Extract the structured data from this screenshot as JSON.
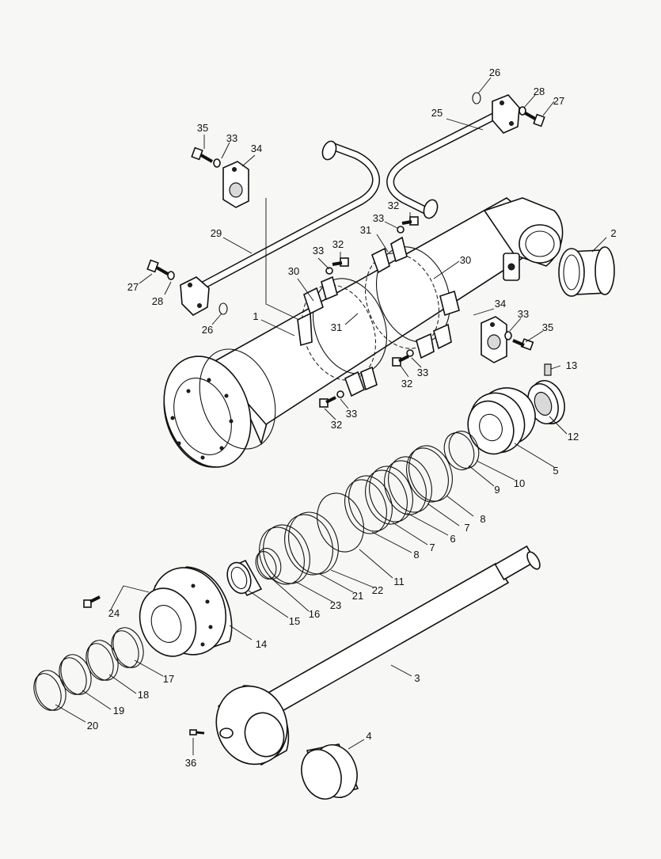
{
  "diagram": {
    "kind": "exploded parts view",
    "subject": "hydraulic cylinder",
    "callouts": [
      {
        "num": "1",
        "part": "cylinder-tube"
      },
      {
        "num": "2",
        "part": "bushing-tube-end"
      },
      {
        "num": "3",
        "part": "piston-rod"
      },
      {
        "num": "4",
        "part": "bushing-rod-end"
      },
      {
        "num": "5",
        "part": "piston"
      },
      {
        "num": "6",
        "part": "piston-seal"
      },
      {
        "num": "7",
        "part": "wear-ring-a"
      },
      {
        "num": "7",
        "part": "wear-ring-b"
      },
      {
        "num": "8",
        "part": "backup-ring-a"
      },
      {
        "num": "8",
        "part": "backup-ring-b"
      },
      {
        "num": "9",
        "part": "o-ring-piston"
      },
      {
        "num": "10",
        "part": "backup-ring-piston"
      },
      {
        "num": "11",
        "part": "cushion-ring"
      },
      {
        "num": "12",
        "part": "lock-nut"
      },
      {
        "num": "13",
        "part": "set-screw"
      },
      {
        "num": "14",
        "part": "cylinder-head"
      },
      {
        "num": "15",
        "part": "head-bushing"
      },
      {
        "num": "16",
        "part": "snap-ring"
      },
      {
        "num": "17",
        "part": "rod-seal"
      },
      {
        "num": "18",
        "part": "backup-ring-head"
      },
      {
        "num": "19",
        "part": "dust-wiper"
      },
      {
        "num": "20",
        "part": "snap-ring-wiper"
      },
      {
        "num": "21",
        "part": "o-ring-head"
      },
      {
        "num": "22",
        "part": "backup-ring-head-outer"
      },
      {
        "num": "23",
        "part": "o-ring-head-inner"
      },
      {
        "num": "24",
        "part": "head-bolt"
      },
      {
        "num": "25",
        "part": "pipe-upper"
      },
      {
        "num": "26",
        "part": "o-ring-pipe-upper"
      },
      {
        "num": "26",
        "part": "o-ring-pipe-lower"
      },
      {
        "num": "27",
        "part": "flange-bolt-upper"
      },
      {
        "num": "27",
        "part": "flange-bolt-lower"
      },
      {
        "num": "28",
        "part": "washer-upper"
      },
      {
        "num": "28",
        "part": "washer-lower"
      },
      {
        "num": "29",
        "part": "pipe-lower"
      },
      {
        "num": "30",
        "part": "band-left"
      },
      {
        "num": "30",
        "part": "band-right"
      },
      {
        "num": "31",
        "part": "band-half-left"
      },
      {
        "num": "31",
        "part": "band-half-upper"
      },
      {
        "num": "32",
        "part": "band-bolt-1"
      },
      {
        "num": "32",
        "part": "band-bolt-2"
      },
      {
        "num": "32",
        "part": "band-bolt-3"
      },
      {
        "num": "32",
        "part": "band-bolt-4"
      },
      {
        "num": "33",
        "part": "band-washer-1"
      },
      {
        "num": "33",
        "part": "band-washer-2"
      },
      {
        "num": "33",
        "part": "band-washer-3"
      },
      {
        "num": "33",
        "part": "band-washer-4"
      },
      {
        "num": "33",
        "part": "clamp-washer-left"
      },
      {
        "num": "33",
        "part": "clamp-washer-right"
      },
      {
        "num": "34",
        "part": "pipe-clamp-left"
      },
      {
        "num": "34",
        "part": "pipe-clamp-right"
      },
      {
        "num": "35",
        "part": "clamp-bolt-left"
      },
      {
        "num": "35",
        "part": "clamp-bolt-right"
      },
      {
        "num": "36",
        "part": "grease-nipple"
      }
    ]
  }
}
